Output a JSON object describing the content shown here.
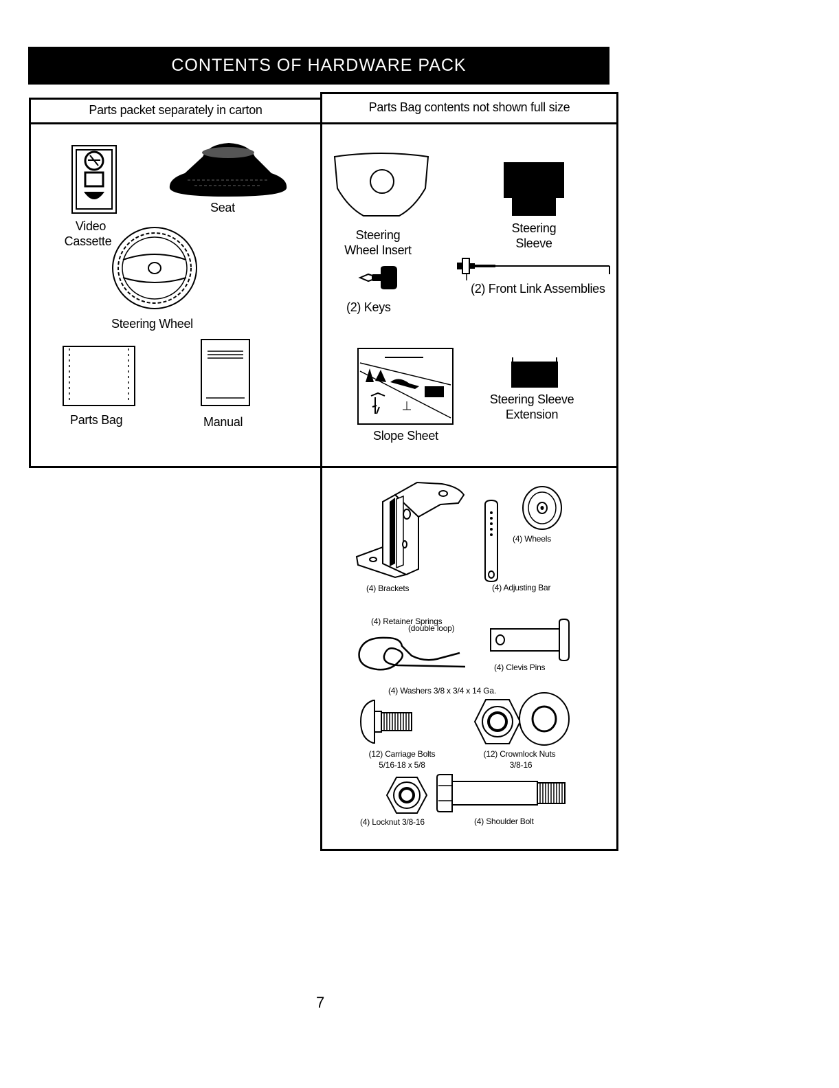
{
  "title": "CONTENTS OF HARDWARE PACK",
  "left_panel": {
    "header": "Parts packet separately in carton",
    "items": {
      "video_cassette_l1": "Video",
      "video_cassette_l2": "Cassette",
      "seat": "Seat",
      "steering_wheel": "Steering Wheel",
      "parts_bag": "Parts Bag",
      "manual": "Manual"
    }
  },
  "right_panel": {
    "header": "Parts Bag contents not shown full size",
    "items": {
      "steering_wheel_insert_l1": "Steering",
      "steering_wheel_insert_l2": "Wheel Insert",
      "steering_sleeve_l1": "Steering",
      "steering_sleeve_l2": "Sleeve",
      "keys": "(2) Keys",
      "front_link": "(2) Front Link Assemblies",
      "slope_sheet": "Slope Sheet",
      "steering_sleeve_ext_l1": "Steering Sleeve",
      "steering_sleeve_ext_l2": "Extension"
    }
  },
  "bottom_panel": {
    "brackets": "(4) Brackets",
    "adjusting_bar": "(4) Adjusting Bar",
    "wheels": "(4) Wheels",
    "retainer_springs_l1": "(4)  Retainer Springs",
    "retainer_springs_l2": "(double loop)",
    "clevis_pins": "(4) Clevis Pins",
    "washers": "(4) Washers 3/8 x 3/4 x 14 Ga.",
    "carriage_bolts_l1": "(12) Carriage Bolts",
    "carriage_bolts_l2": "5/16-18 x 5/8",
    "crownlock_nuts_l1": "(12) Crownlock Nuts",
    "crownlock_nuts_l2": "3/8-16",
    "locknut": "(4) Locknut  3/8-16",
    "shoulder_bolt": "(4) Shoulder Bolt"
  },
  "page_number": "7"
}
